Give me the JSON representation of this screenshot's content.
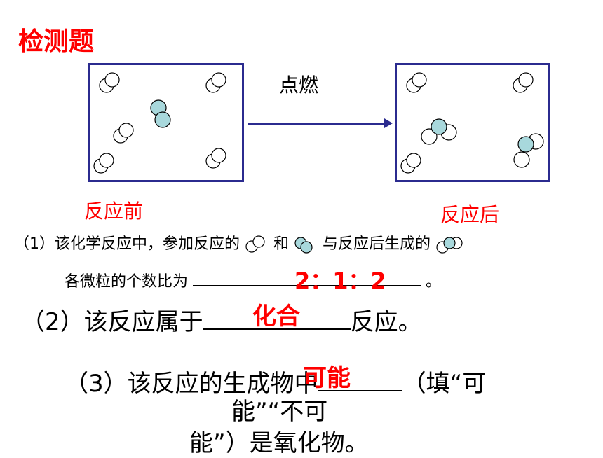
{
  "slide": {
    "title": "检测题",
    "ignite_label": "点燃",
    "before_label": "反应前",
    "after_label": "反应后"
  },
  "question1": {
    "line1_part1": "（1）该化学反应中，参加反应的",
    "line1_and": "和",
    "line1_part2": "与反应后生成的",
    "line2_prefix": "各微粒的个数比为",
    "line2_suffix": "。",
    "answer": "2：1：2"
  },
  "question2": {
    "prefix": "（2）该反应属于",
    "suffix": "反应。",
    "answer": "化合"
  },
  "question3": {
    "line1_prefix": "（3）该反应的生成物中",
    "line1_suffix": "（填“可",
    "line2": "能”“不可",
    "line3": "能”）是氧化物。",
    "answer": "可能"
  },
  "colors": {
    "title_red": "#ff0000",
    "box_border": "#2b2b8f",
    "atom_blue": "#a8d8dc"
  }
}
